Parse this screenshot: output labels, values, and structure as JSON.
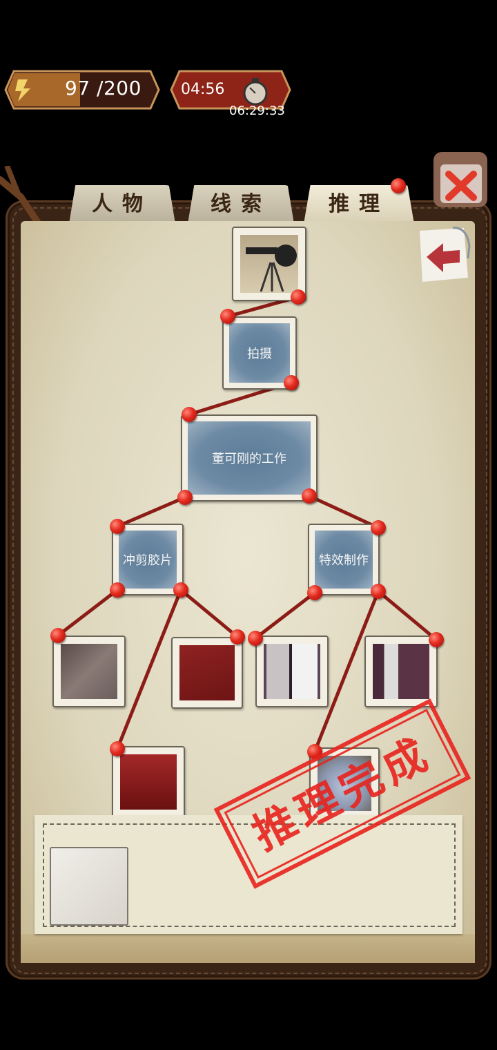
{
  "hud": {
    "energy": {
      "current": "97",
      "max": "/200",
      "icon": "lightning-icon"
    },
    "timer": {
      "countdown": "04:56",
      "total": "06:29:33",
      "icon": "stopwatch-icon"
    }
  },
  "tabs": [
    {
      "label": "人物",
      "active": false
    },
    {
      "label": "线索",
      "active": false
    },
    {
      "label": "推理",
      "active": true,
      "badge": "red-dot"
    }
  ],
  "buttons": {
    "close": "close-icon",
    "back": "back-arrow-icon"
  },
  "deduction_tree": {
    "root_photo": {
      "subject": "film camera on tripod"
    },
    "nodes": [
      {
        "id": "shoot",
        "label": "拍摄"
      },
      {
        "id": "work",
        "label": "董可刚的工作"
      },
      {
        "id": "develop",
        "label": "冲剪胶片"
      },
      {
        "id": "vfx",
        "label": "特效制作"
      }
    ],
    "clue_photos": [
      {
        "subject": "scissors and bottle"
      },
      {
        "subject": "red film strip"
      },
      {
        "subject": "film frames"
      },
      {
        "subject": "curtain"
      },
      {
        "subject": "red curtain"
      },
      {
        "subject": "glass dish"
      }
    ],
    "arrow_symbols": [
      "→",
      "→",
      "←",
      "→",
      "←",
      "→",
      "↓",
      "←",
      "→",
      "↓"
    ]
  },
  "stamp": {
    "text": "推理完成"
  },
  "colors": {
    "pin": "#e32a1e",
    "string": "#8c1c16",
    "card": "#5c7c98",
    "stamp": "#e8231e",
    "paper": "#e3dcc4",
    "book": "#3a2416"
  }
}
